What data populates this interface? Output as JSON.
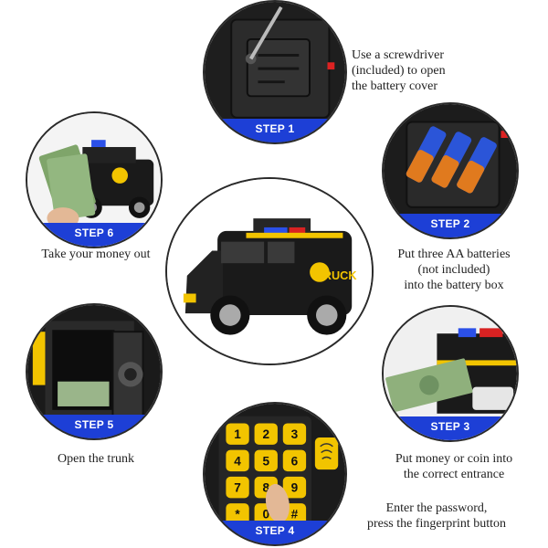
{
  "steps": [
    {
      "label": "STEP 1",
      "caption": [
        "Use a screwdriver",
        "(included) to open",
        "the battery cover"
      ]
    },
    {
      "label": "STEP 2",
      "caption": [
        "Put three AA batteries",
        "(not included)",
        "into the battery box"
      ]
    },
    {
      "label": "STEP 3",
      "caption": [
        "Put money or coin into",
        "the correct entrance"
      ]
    },
    {
      "label": "STEP 4",
      "caption": [
        "Enter the password,",
        "press the fingerprint button"
      ]
    },
    {
      "label": "STEP 5",
      "caption": [
        "Open the trunk"
      ]
    },
    {
      "label": "STEP 6",
      "caption": [
        "Take your money out"
      ]
    }
  ],
  "truck_text": "TRUCK",
  "keypad_keys": [
    "1",
    "2",
    "3",
    "4",
    "5",
    "6",
    "7",
    "8",
    "9",
    "*",
    "0",
    "#"
  ],
  "colors": {
    "banner": "#1d3fd6",
    "truck_body": "#1a1a1a",
    "accent_yellow": "#f2c400"
  }
}
